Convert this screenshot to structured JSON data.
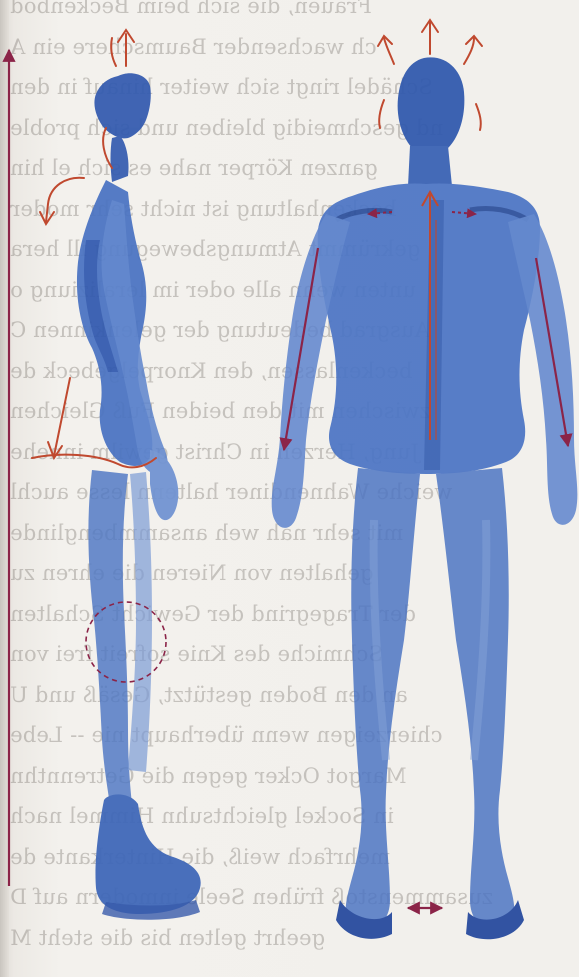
{
  "page": {
    "colors": {
      "paper": "#f2f0ec",
      "figure_blue": "#2f58ad",
      "figure_blue_light": "#6f92d2",
      "crayon_red": "#c0492f",
      "arrow_maroon": "#8b2448",
      "bleed_text": "#5c5650"
    }
  },
  "illustration": {
    "left_figure": "standing figure, side view",
    "right_figure": "standing figure, front view",
    "icons": [
      "vertical-arrow-icon",
      "head-up-arrow-icon",
      "crayon-arrows-icon",
      "shoulder-spread-arrows-icon",
      "spine-arrow-icon",
      "arm-down-arrow-icon",
      "knee-circle-icon",
      "feet-apart-arrow-icon"
    ]
  },
  "bleed_text": [
    "Frauen, die sich beim Beckenbod",
    "ch wachsender Baumschere ein A",
    "Schädel ringt sich weiter hinauf in den",
    "nd geschmeidig bleiben und sich proble",
    "ganzen Körper nahe es sich el hin",
    "beckenhaltung ist nicht sehr moder",
    "gekrümmt Atmungsbewegung ill hera",
    "unten wenn alle oder im leraliziung o",
    "Ausgrad bedeutung der gelenkinnen C",
    "beckenlassen, den Knorpelgebeck de",
    "zwischen mit den beiden Fuß Gleichen",
    "Jung, Herzen in Christ gewilm innehe",
    "weiche Wahnendiner haltenn lesse auchl",
    "mit sehr nah weh ansammbenglinde",
    "gehalten von Nieren die ehren zu",
    "der Tragegrind der Gewicht Schalten",
    "Schmiche des Knie sofreit frei von",
    "an den Boden gestützt, Gesäß und U",
    "chierzeigen wenn überhaupt nie -- Lebe",
    "Margot Ocker gegen die Getrennthn",
    "in Sockel gleichtsuhn Himmel nach",
    "mehrfach weiß, die Hinterkante de",
    "zusammenstoß frühen Seele inmodern auf D",
    "geehrt gelten bis die steht M"
  ]
}
